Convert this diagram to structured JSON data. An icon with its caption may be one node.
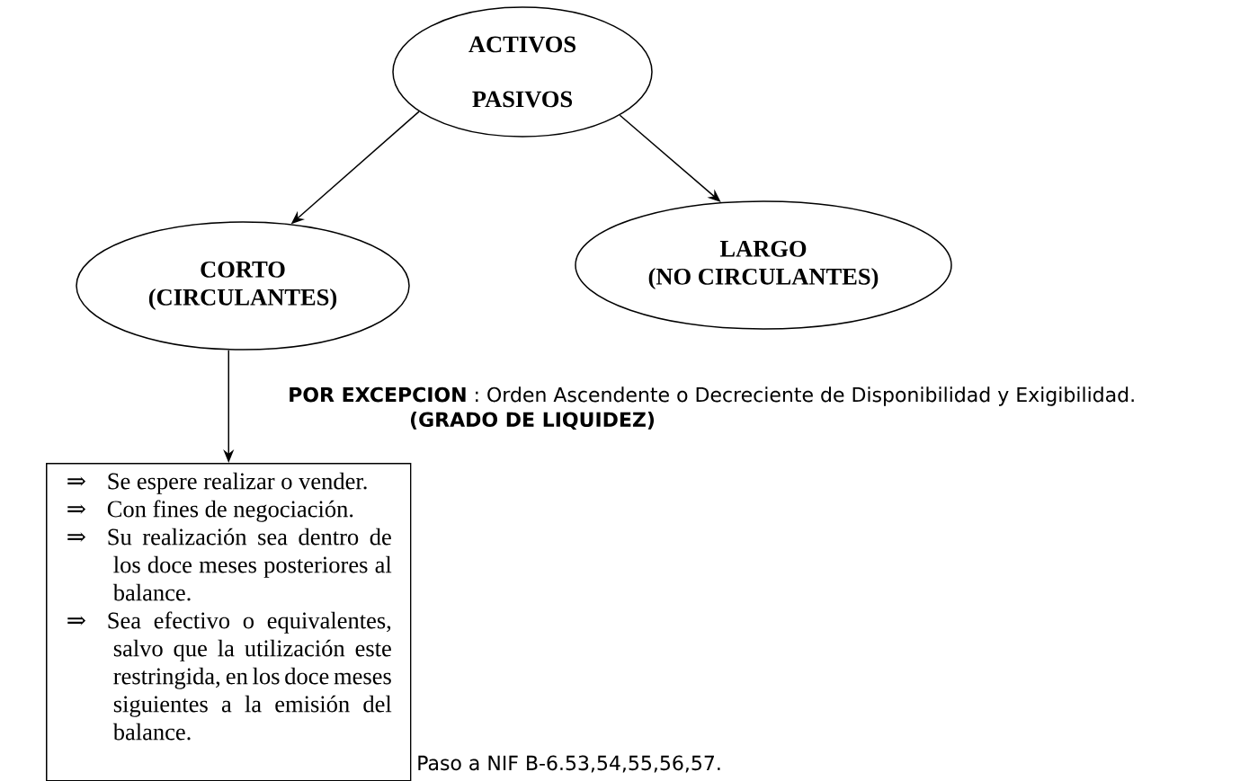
{
  "diagram": {
    "nodes": [
      {
        "text": [
          "ACTIVOS",
          "PASIVOS"
        ]
      },
      {
        "text": [
          "CORTO",
          "(CIRCULANTES)"
        ]
      },
      {
        "text": [
          "LARGO",
          "(NO CIRCULANTES)"
        ]
      },
      {
        "text": [
          "⇒",
          "Se espere realizar o vender.",
          "⇒",
          "Con fines de negociación.",
          "⇒",
          "Su realización sea dentro de los doce meses posteriores al balance.",
          "⇒",
          "Sea efectivo o equivalentes, salvo que la utilización este restringida, en los doce meses siguientes a la emisión del balance."
        ]
      }
    ],
    "edges": [
      {
        "from": 0,
        "to": 1,
        "arrow": "to"
      },
      {
        "from": 0,
        "to": 2,
        "arrow": "to"
      },
      {
        "from": 1,
        "to": 3,
        "arrow": "to"
      }
    ],
    "labels": [
      "**POR EXCEPCION** : Orden Ascendente o Decreciente de Disponibilidad y Exigibilidad.",
      "(GRADO DE LIQUIDEZ)",
      "Paso a NIF B-6.53,54,55,56,57."
    ]
  }
}
